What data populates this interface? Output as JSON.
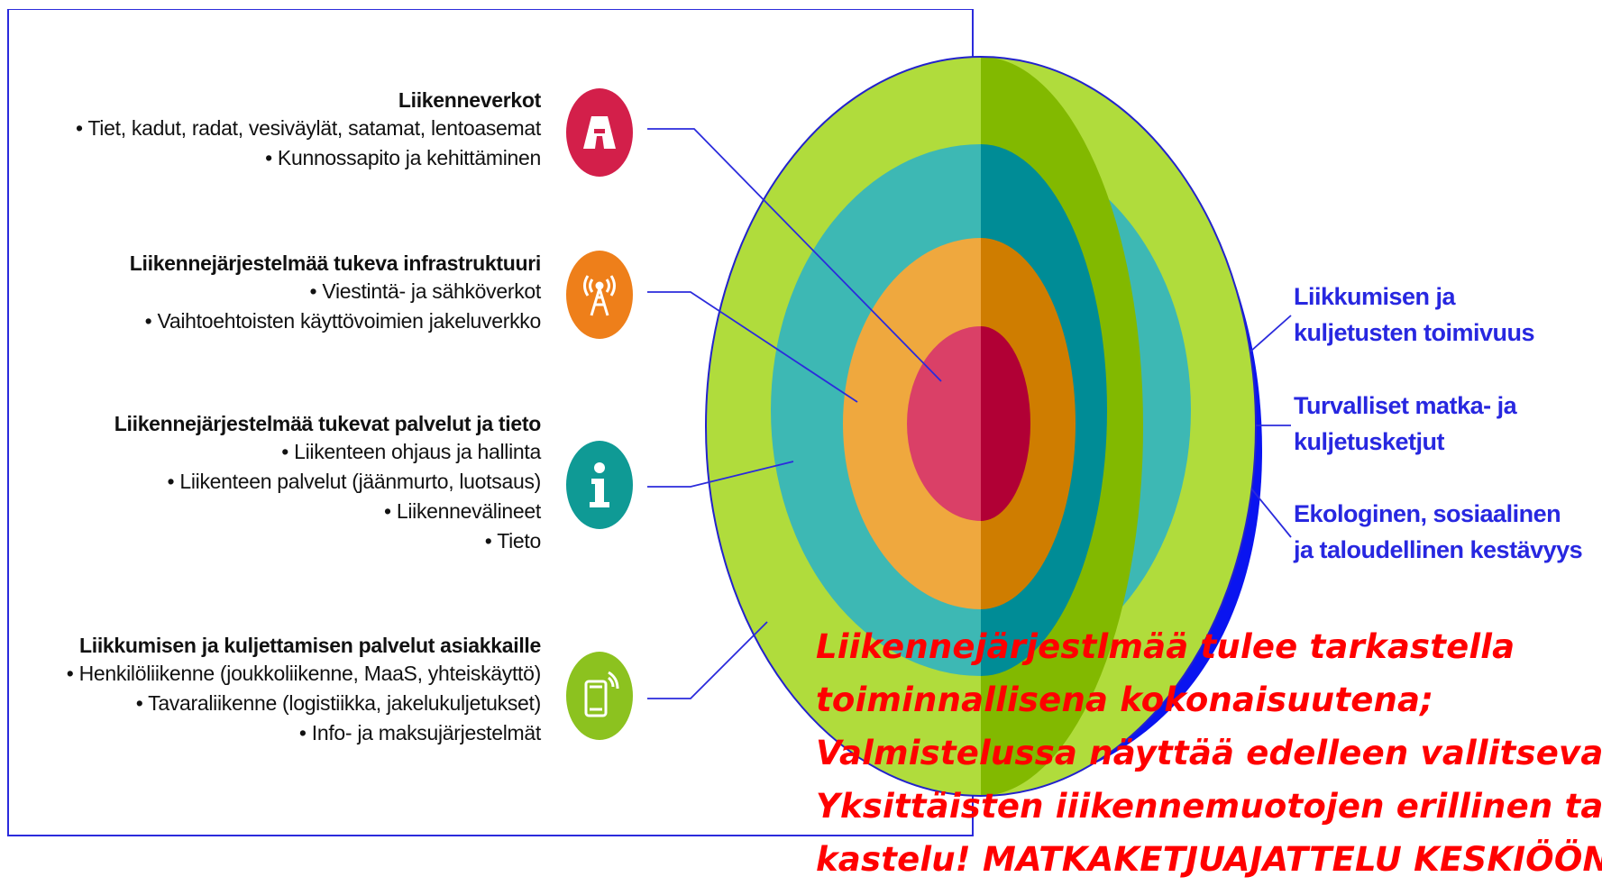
{
  "categories": [
    {
      "title": "Liikenneverkot",
      "items": [
        "• Tiet, kadut, radat, vesiväylät, satamat, lentoasemat",
        "• Kunnossapito ja kehittäminen"
      ],
      "icon": "road-icon",
      "color": "#d31f4a"
    },
    {
      "title": "Liikennejärjestelmää tukeva infrastruktuuri",
      "items": [
        "• Viestintä- ja sähköverkot",
        "• Vaihtoehtoisten käyttövoimien jakeluverkko"
      ],
      "icon": "antenna-tower-icon",
      "color": "#ee7f1a"
    },
    {
      "title": "Liikennejärjestelmää tukevat palvelut ja tieto",
      "items": [
        "• Liikenteen ohjaus ja hallinta",
        "• Liikenteen palvelut (jäänmurto, luotsaus)",
        "• Liikennevälineet",
        "• Tieto"
      ],
      "icon": "info-icon",
      "color": "#0f9a95"
    },
    {
      "title": "Liikkumisen ja kuljettamisen palvelut asiakkaille",
      "items": [
        "• Henkilöliikenne (joukkoliikenne, MaaS, yhteiskäyttö)",
        "• Tavaraliikenne (logistiikka, jakelukuljetukset)",
        "• Info- ja maksujärjestelmät"
      ],
      "icon": "smartphone-icon",
      "color": "#8cc21f"
    }
  ],
  "outcomes": [
    [
      "Liikkumisen ja",
      "kuljetusten toimivuus"
    ],
    [
      "Turvalliset matka- ja",
      "kuljetusketjut"
    ],
    [
      "Ekologinen, sosiaalinen",
      "ja taloudellinen kestävyys"
    ]
  ],
  "note": {
    "lines": [
      "Liikennejärjestlmää tulee tarkastella",
      "toiminnallisena kokonaisuutena;",
      "Valmistelussa näyttää edelleen vallitsevan",
      "Yksittäisten iiikennemuotojen erillinen tar-",
      "kastelu!  MATKAKETJUAJATTELU KESKIÖÖN!"
    ],
    "color": "#ff0000"
  },
  "colors": {
    "frame": "#2b2bdc",
    "outcome_text": "#2727e0",
    "shell_blue": "#0a14f0",
    "ring_outer_light": "#b0dc3c",
    "ring_outer_dark": "#82b900",
    "ring_teal_light": "#3db8b4",
    "ring_teal_dark": "#008c96",
    "ring_orange_light": "#efa83e",
    "ring_orange_dark": "#cf7d00",
    "core_light": "#da4067",
    "core_dark": "#b10035"
  }
}
